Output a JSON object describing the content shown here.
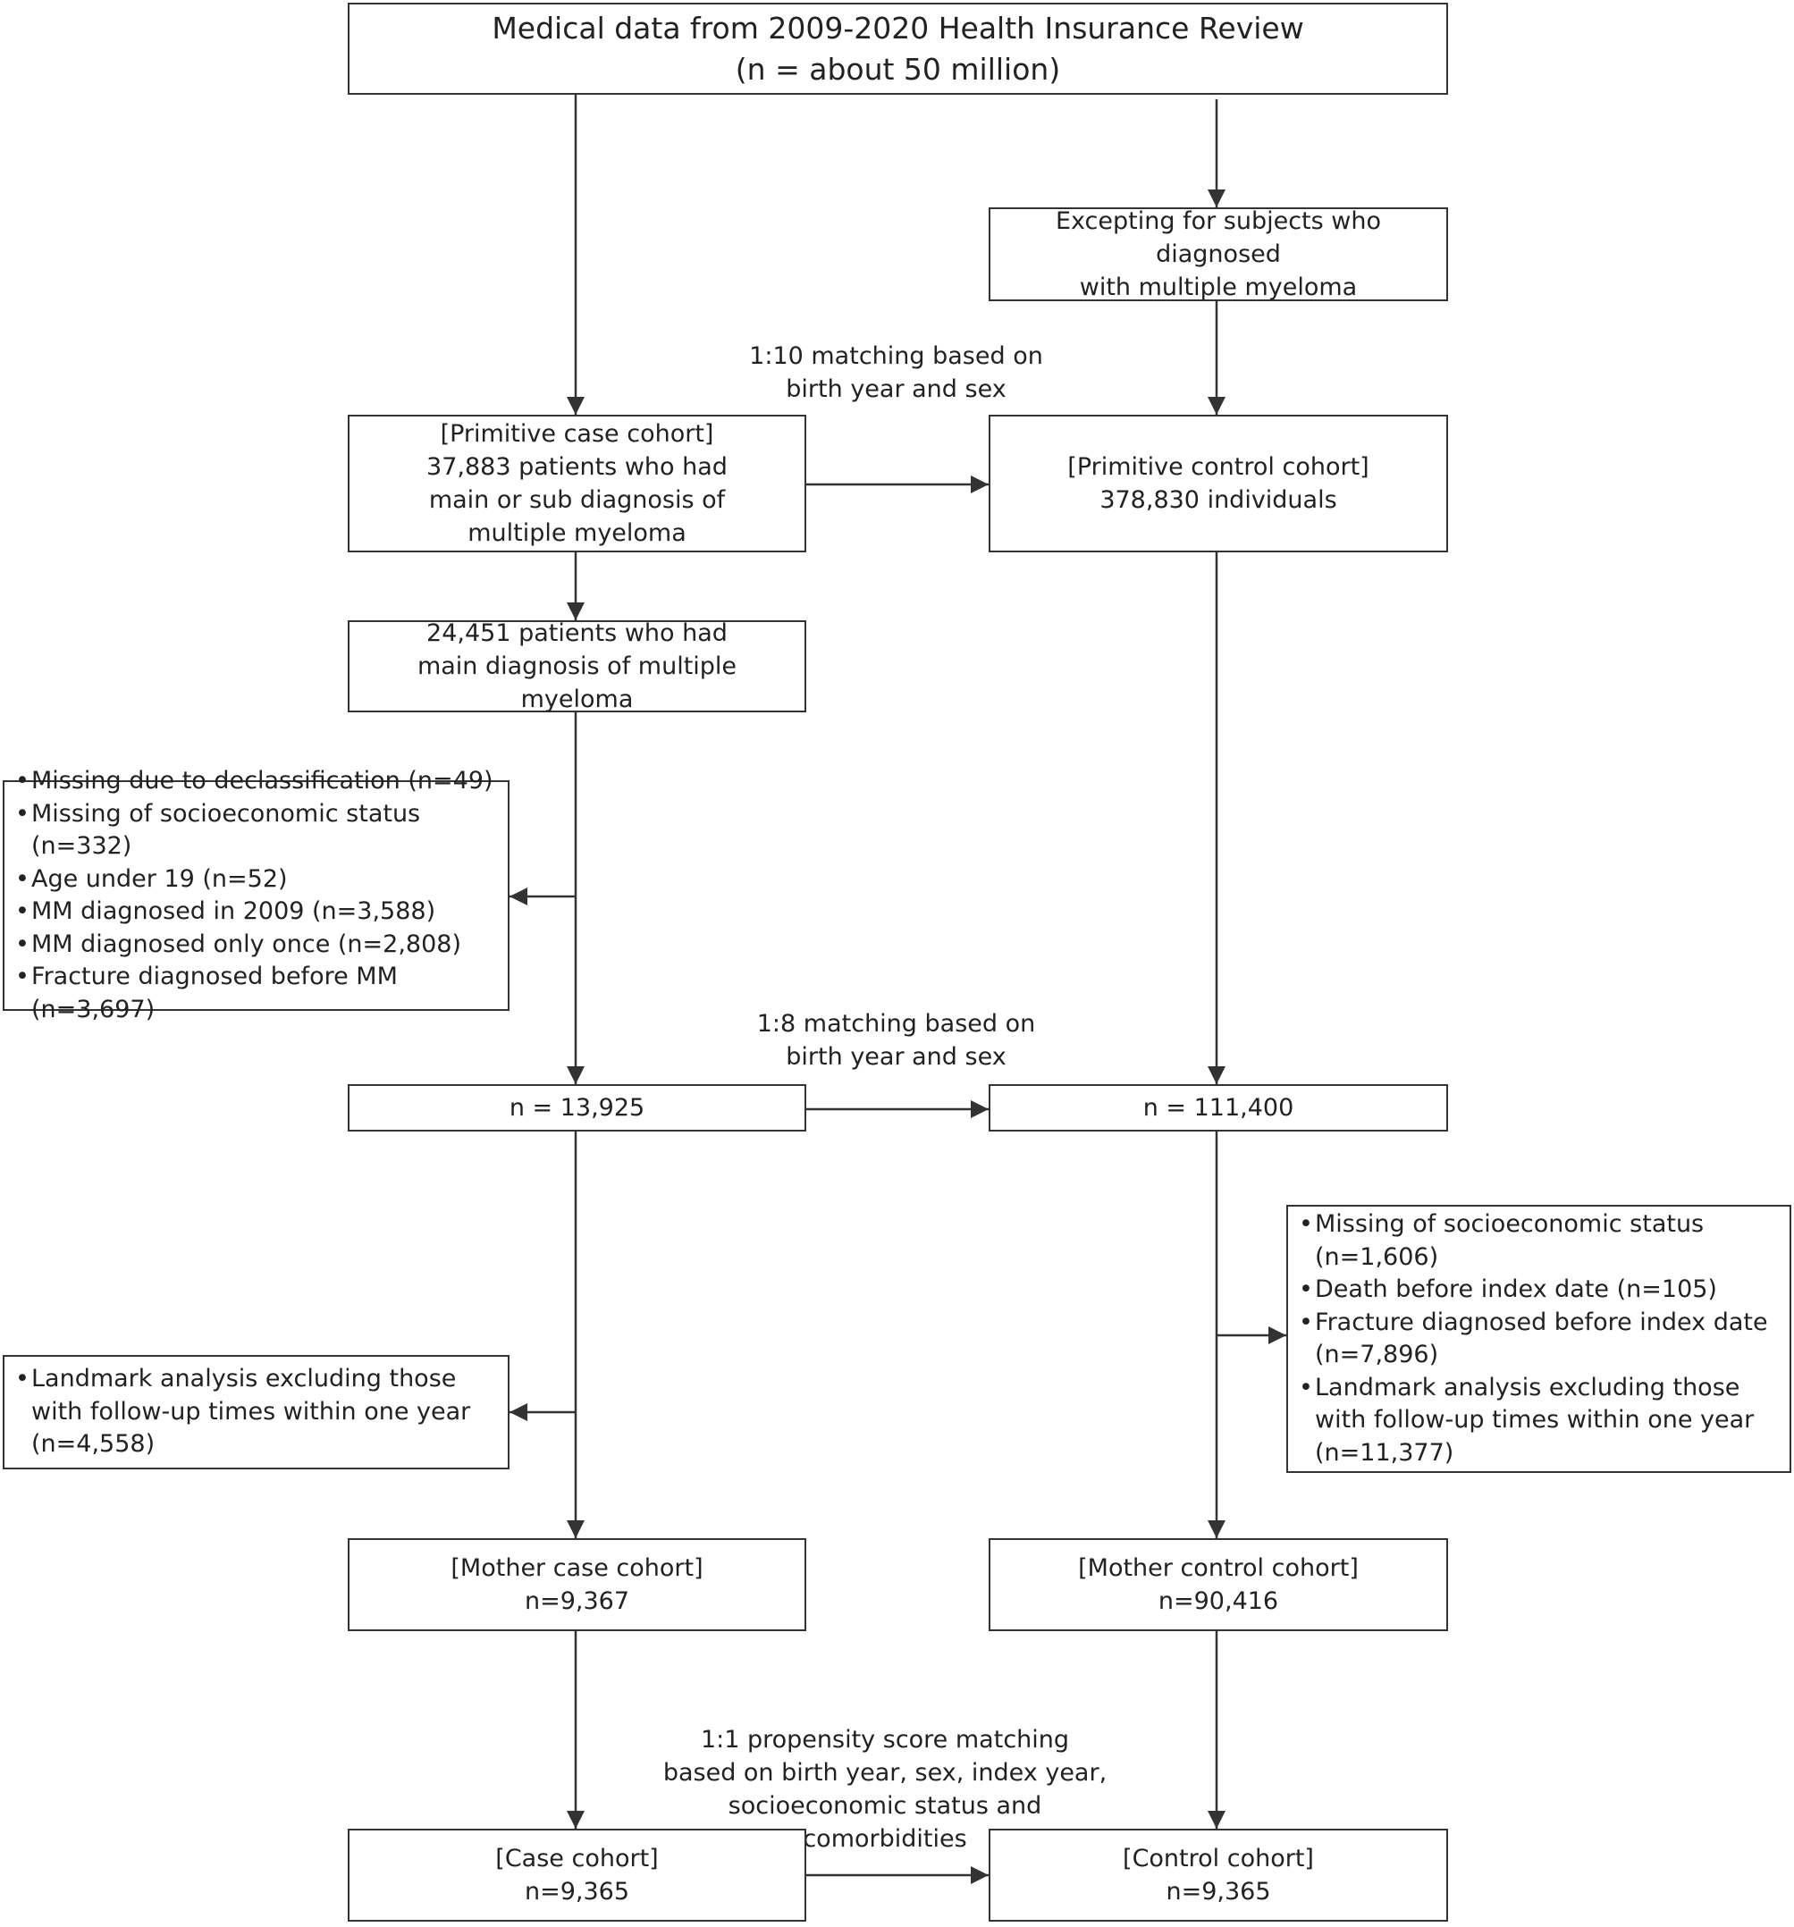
{
  "boxes": {
    "source": {
      "line1": "Medical data from 2009-2020 Health Insurance Review",
      "line2": "(n = about 50 million)"
    },
    "excepting": {
      "line1": "Excepting for subjects who diagnosed",
      "line2": "with multiple myeloma"
    },
    "primitive_case": {
      "line1": "[Primitive case cohort]",
      "line2": "37,883 patients who had",
      "line3": "main or sub diagnosis of",
      "line4": "multiple myeloma"
    },
    "primitive_control": {
      "line1": "[Primitive control cohort]",
      "line2": "378,830 individuals"
    },
    "main_diagnosis": {
      "line1": "24,451 patients who had",
      "line2": "main diagnosis of multiple myeloma"
    },
    "case_exclusions": {
      "items": [
        "Missing due to declassification (n=49)",
        "Missing of socioeconomic status (n=332)",
        "Age under 19 (n=52)",
        "MM diagnosed in 2009 (n=3,588)",
        "MM diagnosed only once (n=2,808)",
        "Fracture diagnosed before MM (n=3,697)"
      ]
    },
    "case_n": {
      "line1": "n = 13,925"
    },
    "control_n": {
      "line1": "n = 111,400"
    },
    "control_exclusions": {
      "items": [
        "Missing of socioeconomic status (n=1,606)",
        "Death before index date (n=105)",
        "Fracture diagnosed before index date\n(n=7,896)",
        "Landmark analysis excluding those\nwith follow-up times within one year\n(n=11,377)"
      ]
    },
    "case_landmark": {
      "items": [
        "Landmark analysis excluding those\nwith follow-up times within one year\n(n=4,558)"
      ]
    },
    "mother_case": {
      "line1": "[Mother case cohort]",
      "line2": "n=9,367"
    },
    "mother_control": {
      "line1": "[Mother control cohort]",
      "line2": "n=90,416"
    },
    "case_cohort": {
      "line1": "[Case cohort]",
      "line2": "n=9,365"
    },
    "control_cohort": {
      "line1": "[Control cohort]",
      "line2": "n=9,365"
    }
  },
  "notes": {
    "match_1_10": "1:10 matching based on\nbirth year and sex",
    "match_1_8": "1:8 matching based on\nbirth year and sex",
    "match_1_1": "1:1 propensity score matching\nbased on birth year, sex, index year,\nsocioeconomic status and comorbidities"
  },
  "colors": {
    "stroke": "#333333",
    "text": "#222222",
    "background": "#ffffff"
  }
}
